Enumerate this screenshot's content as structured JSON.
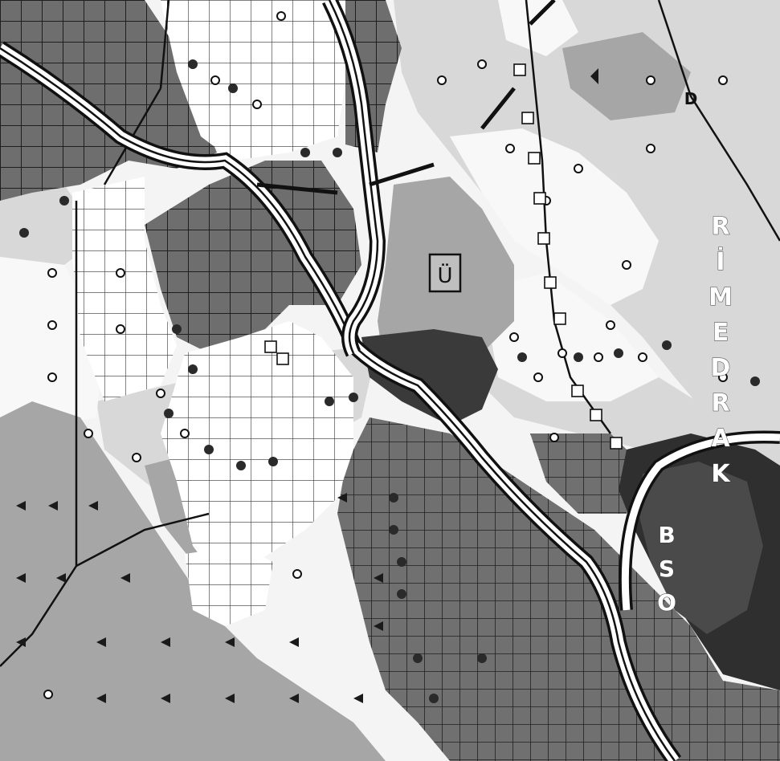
{
  "labels": {
    "district_vertical": "KARDEMİR",
    "district_vertical_letters": [
      "K",
      "A",
      "R",
      "D",
      "E",
      "M",
      "İ",
      "R"
    ],
    "industrial_zone": "OSB",
    "zone_letters": [
      "O",
      "S",
      "B"
    ],
    "symbol_u": "Ü",
    "symbol_d": "D"
  },
  "colors": {
    "map_background": "#f4f4f4",
    "light_zone": "#d8d8d8",
    "medium_zone": "#a8a8a8",
    "dark_zone": "#6e6e6e",
    "darkest_zone": "#3c3c3c",
    "road_casing": "#111111",
    "road_fill": "#ffffff",
    "grid_line": "#222222"
  }
}
